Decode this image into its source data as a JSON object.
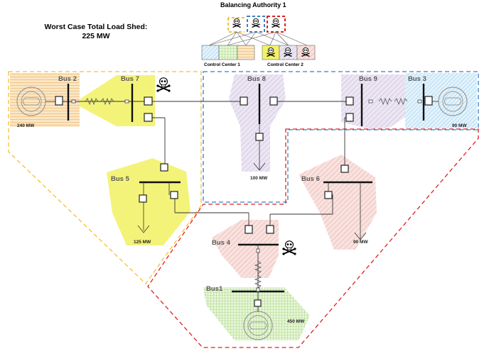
{
  "header": {
    "title": "Balancing Authority 1",
    "shed_line1": "Worst Case Total Load Shed:",
    "shed_line2": "225 MW"
  },
  "control_centers": [
    {
      "label": "Control Center 1"
    },
    {
      "label": "Control Center 2"
    }
  ],
  "buses": [
    {
      "id": "bus1",
      "label": "Bus1",
      "mw": "450 MW",
      "color": "#9ed36e"
    },
    {
      "id": "bus2",
      "label": "Bus 2",
      "mw": "240 MW",
      "color": "#f0c070"
    },
    {
      "id": "bus3",
      "label": "Bus 3",
      "mw": "90 MW",
      "color": "#8ec8ea"
    },
    {
      "id": "bus4",
      "label": "Bus 4",
      "mw": "",
      "color": "#e8a8a0"
    },
    {
      "id": "bus5",
      "label": "Bus 5",
      "mw": "125 MW",
      "color": "#f2f26a"
    },
    {
      "id": "bus6",
      "label": "Bus 6",
      "mw": "90 MW",
      "color": "#e8a8a0"
    },
    {
      "id": "bus7",
      "label": "Bus 7",
      "mw": "",
      "color": "#f2f26a"
    },
    {
      "id": "bus8",
      "label": "Bus 8",
      "mw": "100 MW",
      "color": "#c4b4d8"
    },
    {
      "id": "bus9",
      "label": "Bus 9",
      "mw": "",
      "color": "#c4b4d8"
    }
  ],
  "colors": {
    "zone_yellow": "#f5c030",
    "zone_blue": "#3a7fc4",
    "zone_red": "#e02020"
  },
  "icons": [
    "skull-crossbones-icon",
    "generator-icon",
    "transformer-icon",
    "load-arrow-icon",
    "breaker-icon"
  ]
}
